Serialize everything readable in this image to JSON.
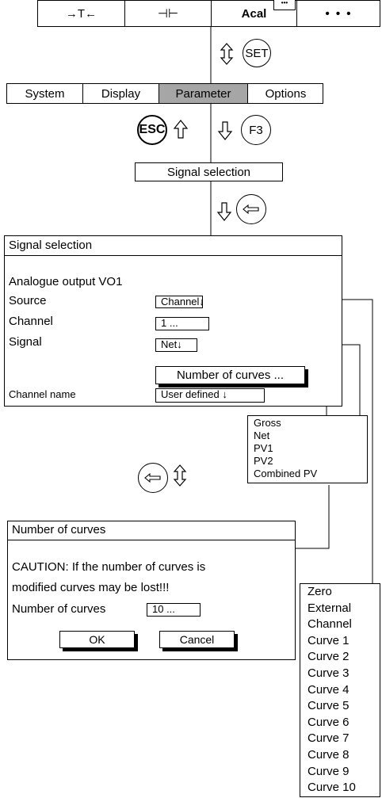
{
  "top_tabs": [
    {
      "label": "→T←"
    },
    {
      "label": "⊣⊢"
    },
    {
      "label": "Acal",
      "badge": "•••"
    },
    {
      "label": "• • •"
    }
  ],
  "set_label": "SET",
  "menu": [
    "System",
    "Display",
    "Parameter",
    "Options"
  ],
  "menu_active": "Parameter",
  "esc_label": "ESC",
  "f3_label": "F3",
  "signal_selection_label": "Signal selection",
  "dialog": {
    "title": "Signal selection",
    "heading": "Analogue output VO1",
    "source_label": "Source",
    "source_value": "Channel↓",
    "channel_label": "Channel",
    "channel_value": "1 ...",
    "signal_label": "Signal",
    "signal_value": "Net↓",
    "curves_button": "Number of curves ...",
    "channel_name_label": "Channel name",
    "channel_name_value": "User defined ↓"
  },
  "signal_options": [
    "Gross",
    "Net",
    "PV1",
    "PV2",
    "Combined PV"
  ],
  "curves_dialog": {
    "title": "Number of curves",
    "caution_line1": "CAUTION: If the number of curves is",
    "caution_line2": "modified curves may be lost!!!",
    "field_label": "Number of curves",
    "field_value": "10 ...",
    "ok": "OK",
    "cancel": "Cancel"
  },
  "source_options": [
    "Zero",
    "External",
    "Channel",
    "Curve 1",
    "Curve 2",
    "Curve 3",
    "Curve 4",
    "Curve 5",
    "Curve 6",
    "Curve 7",
    "Curve 8",
    "Curve 9",
    "Curve 10"
  ],
  "colors": {
    "active_tab": "#a6a6a6",
    "line": "#000000",
    "shadow": "#000000"
  }
}
